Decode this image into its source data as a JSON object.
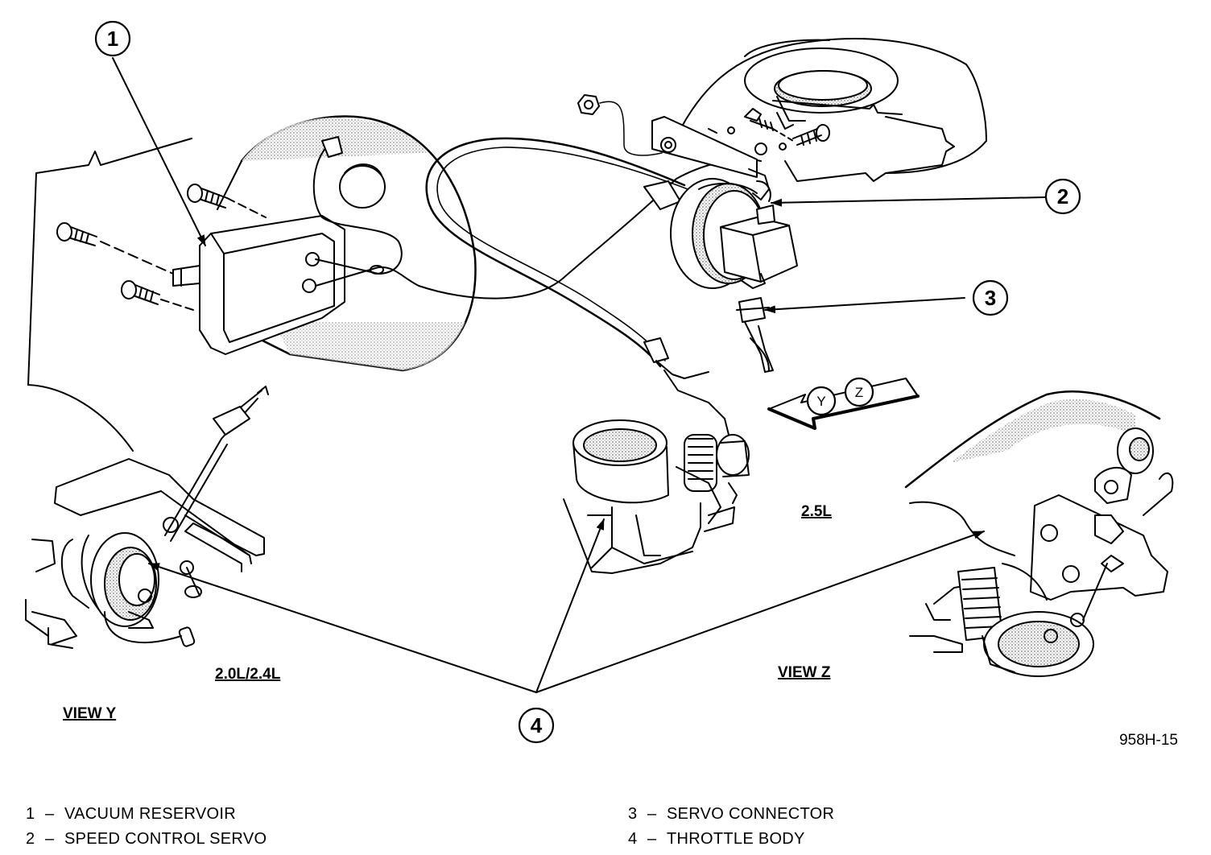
{
  "callouts": [
    "1",
    "2",
    "3",
    "4"
  ],
  "views": {
    "y_label": "VIEW Y",
    "z_label": "VIEW Z",
    "engine_20_24": "2.0L/2.4L",
    "engine_25": "2.5L"
  },
  "direction_arrow": {
    "letter_y": "Y",
    "letter_z": "Z"
  },
  "figure_code": "958H-15",
  "legend": [
    {
      "num": "1",
      "label": "VACUUM RESERVOIR"
    },
    {
      "num": "2",
      "label": "SPEED CONTROL SERVO"
    },
    {
      "num": "3",
      "label": "SERVO CONNECTOR"
    },
    {
      "num": "4",
      "label": "THROTTLE BODY"
    }
  ],
  "legend_separator": "–",
  "colors": {
    "ink": "#000000",
    "paper": "#ffffff",
    "shade": "#bdbdbd"
  }
}
